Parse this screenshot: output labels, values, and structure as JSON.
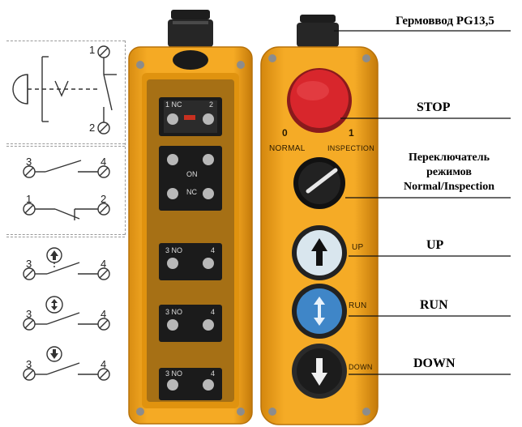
{
  "callouts": {
    "gland": "Гермоввод PG13,5",
    "stop": "STOP",
    "switch_line1": "Переключатель",
    "switch_line2": "режимов",
    "switch_line3": "Normal/Inspection",
    "up": "UP",
    "run": "RUN",
    "down": "DOWN"
  },
  "front_panel": {
    "selector_pos0_num": "0",
    "selector_pos0_text": "NORMAL",
    "selector_pos1_num": "1",
    "selector_pos1_text": "INSPECTION",
    "button_up_text": "UP",
    "button_run_text": "RUN",
    "button_down_text": "DOWN"
  },
  "contact_blocks": {
    "block1_left": "1 NC",
    "block1_right": "2",
    "block2_top": "ON",
    "block2_mid": "NC",
    "block3": "3 NO",
    "block3_right": "4",
    "block4": "3 NO",
    "block4_right": "4",
    "block5": "3 NO",
    "block5_right": "4"
  },
  "schematic": {
    "estop": {
      "top": "1",
      "bottom": "2"
    },
    "selector": {
      "no_left": "3",
      "no_right": "4",
      "nc_left": "1",
      "nc_right": "2"
    },
    "up": {
      "left": "3",
      "right": "4"
    },
    "run": {
      "left": "3",
      "right": "4"
    },
    "down": {
      "left": "3",
      "right": "4"
    }
  },
  "colors": {
    "housing": "#f2a31b",
    "housing_dark": "#c97d0c",
    "estop_red": "#d8262c",
    "up_button": "#d9e6ee",
    "run_button": "#3f86c8",
    "down_button": "#1c1c1c"
  }
}
